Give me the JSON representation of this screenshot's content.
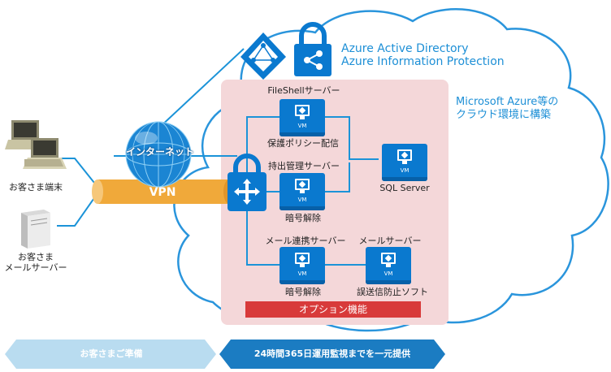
{
  "colors": {
    "azure_blue": "#0a79cf",
    "line_blue": "#1b93d8",
    "cloud_stroke": "#2a95dc",
    "pink_region": "#f4d7d9",
    "vpn_orange": "#f0a93a",
    "option_red": "#d83a3a",
    "arrow_light": "#b9dcf0",
    "arrow_dark": "#1b7cc2"
  },
  "icons": [
    "azure-ad-icon",
    "lock-share-icon",
    "globe-icon",
    "laptop-icon",
    "server-tower-icon",
    "gateway-lock-icon",
    "vm-icon"
  ],
  "services": {
    "line1": "Azure Active Directory",
    "line2": "Azure Information Protection"
  },
  "cloud_label": {
    "line1": "Microsoft Azure等の",
    "line2": "クラウド環境に構築"
  },
  "internet_label": "インターネット",
  "vpn_label": "VPN",
  "clients": {
    "terminal_label": "お客さま端末",
    "mail_server_line1": "お客さま",
    "mail_server_line2": "メールサーバー"
  },
  "vm_badge": "VM",
  "servers": {
    "fileshell": {
      "title": "FileShellサーバー",
      "caption": "保護ポリシー配信"
    },
    "holding": {
      "title": "持出管理サーバー",
      "caption": "暗号解除"
    },
    "mail_link": {
      "title": "メール連携サーバー",
      "caption": "暗号解除"
    },
    "mail": {
      "title": "メールサーバー",
      "caption": "誤送信防止ソフト"
    },
    "sql": {
      "caption": "SQL Server"
    }
  },
  "option_label": "オプション機能",
  "bottom": {
    "customer_prep": "お客さまご準備",
    "monitoring": "24時間365日運用監視までを一元提供"
  }
}
